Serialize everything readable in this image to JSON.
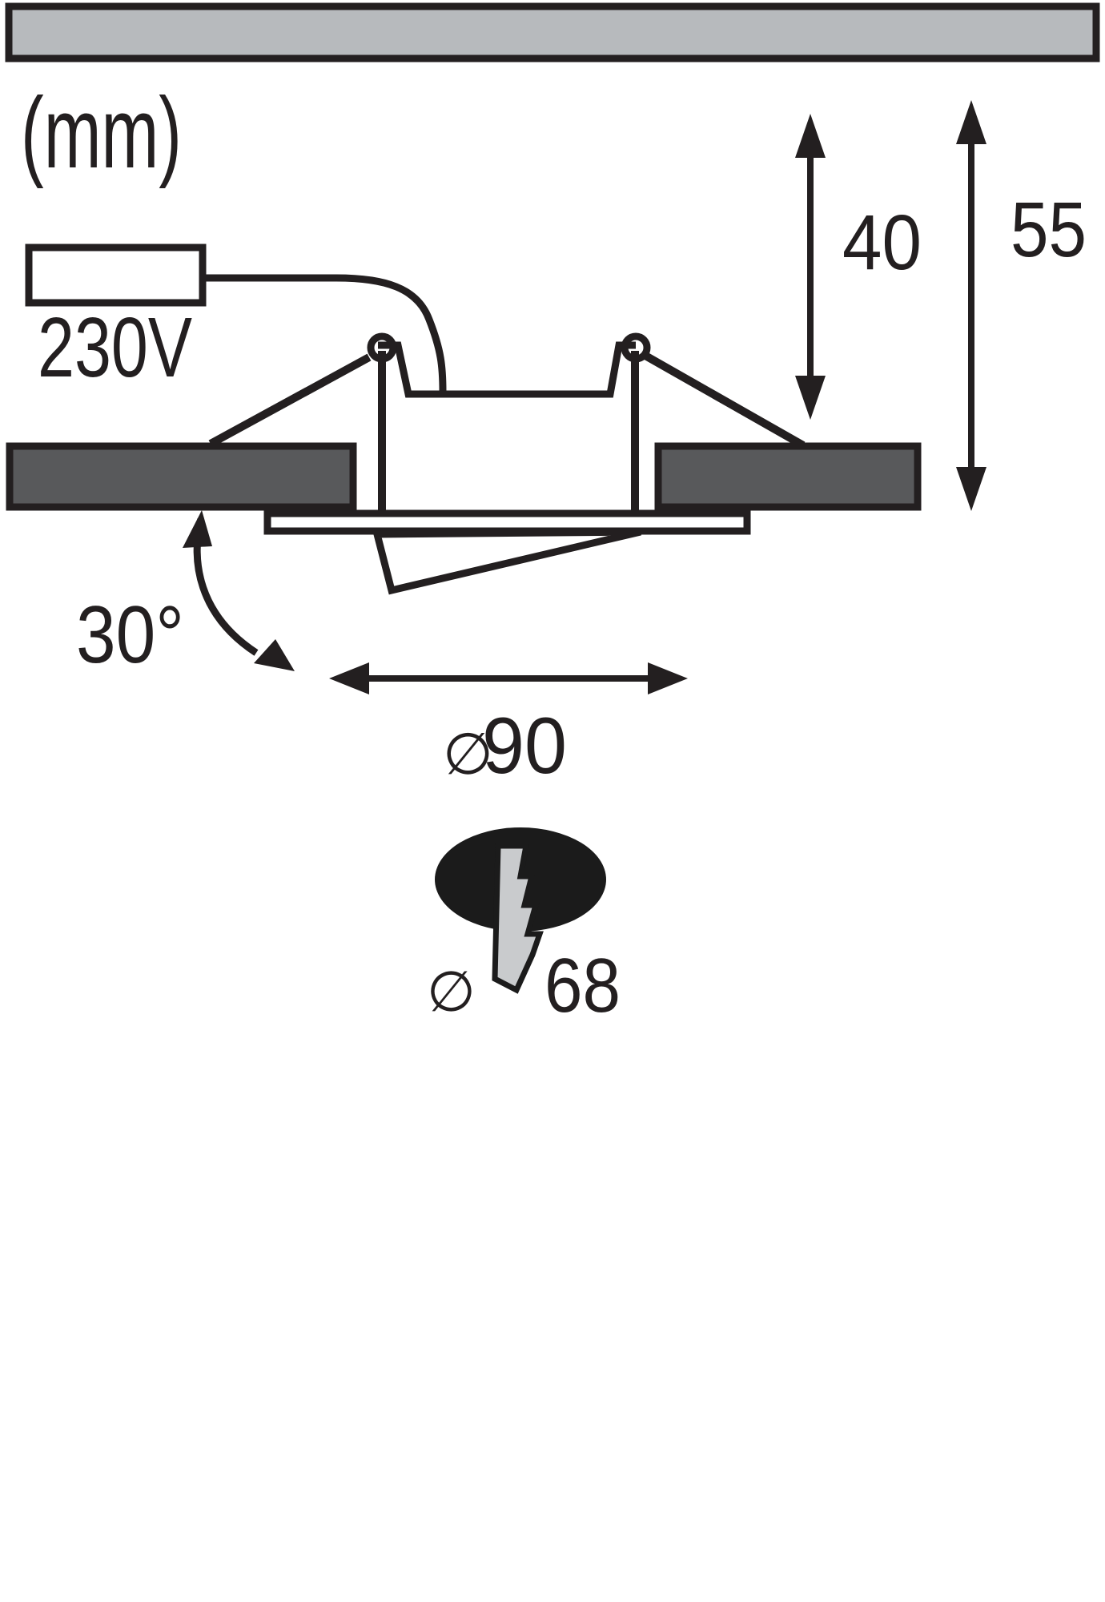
{
  "diagram": {
    "unit_label": "(mm)",
    "power_label": "230V",
    "recess_depth": "40",
    "total_height": "55",
    "swivel_angle": "30°",
    "diameter_sign": "∅",
    "fixture_diameter": "90",
    "cutout_diameter": "68",
    "colors": {
      "line": "#231f20",
      "ceiling_fill": "#b7babd",
      "panel_fill": "#58595b",
      "ring_fill": "#ffffff",
      "box_fill": "#ffffff",
      "ellipse_fill": "#1b1b1b",
      "bolt_fill": "#c9cbcd"
    }
  }
}
